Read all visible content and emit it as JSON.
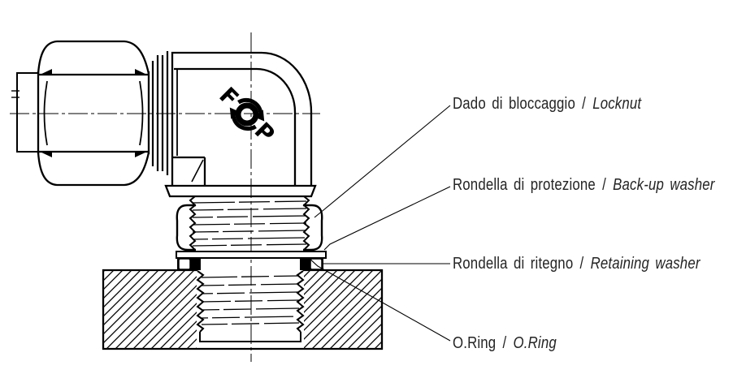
{
  "figure": {
    "type": "technical-cross-section-diagram",
    "subject": "90-degree elbow compression fitting threaded into a block, cross-section",
    "brand_mark": "FOP",
    "separator": "/",
    "colors": {
      "line": "#000000",
      "label_text": "#242424",
      "background": "#ffffff",
      "o_ring_fill": "#000000"
    },
    "labels": [
      {
        "part": "locknut",
        "it": "Dado di bloccaggio",
        "en": "Locknut"
      },
      {
        "part": "backup-washer",
        "it": "Rondella di protezione",
        "en": "Back-up washer"
      },
      {
        "part": "retaining-washer",
        "it": "Rondella di ritegno",
        "en": "Retaining washer"
      },
      {
        "part": "o-ring",
        "it": "O.Ring",
        "en": "O.Ring"
      }
    ]
  }
}
